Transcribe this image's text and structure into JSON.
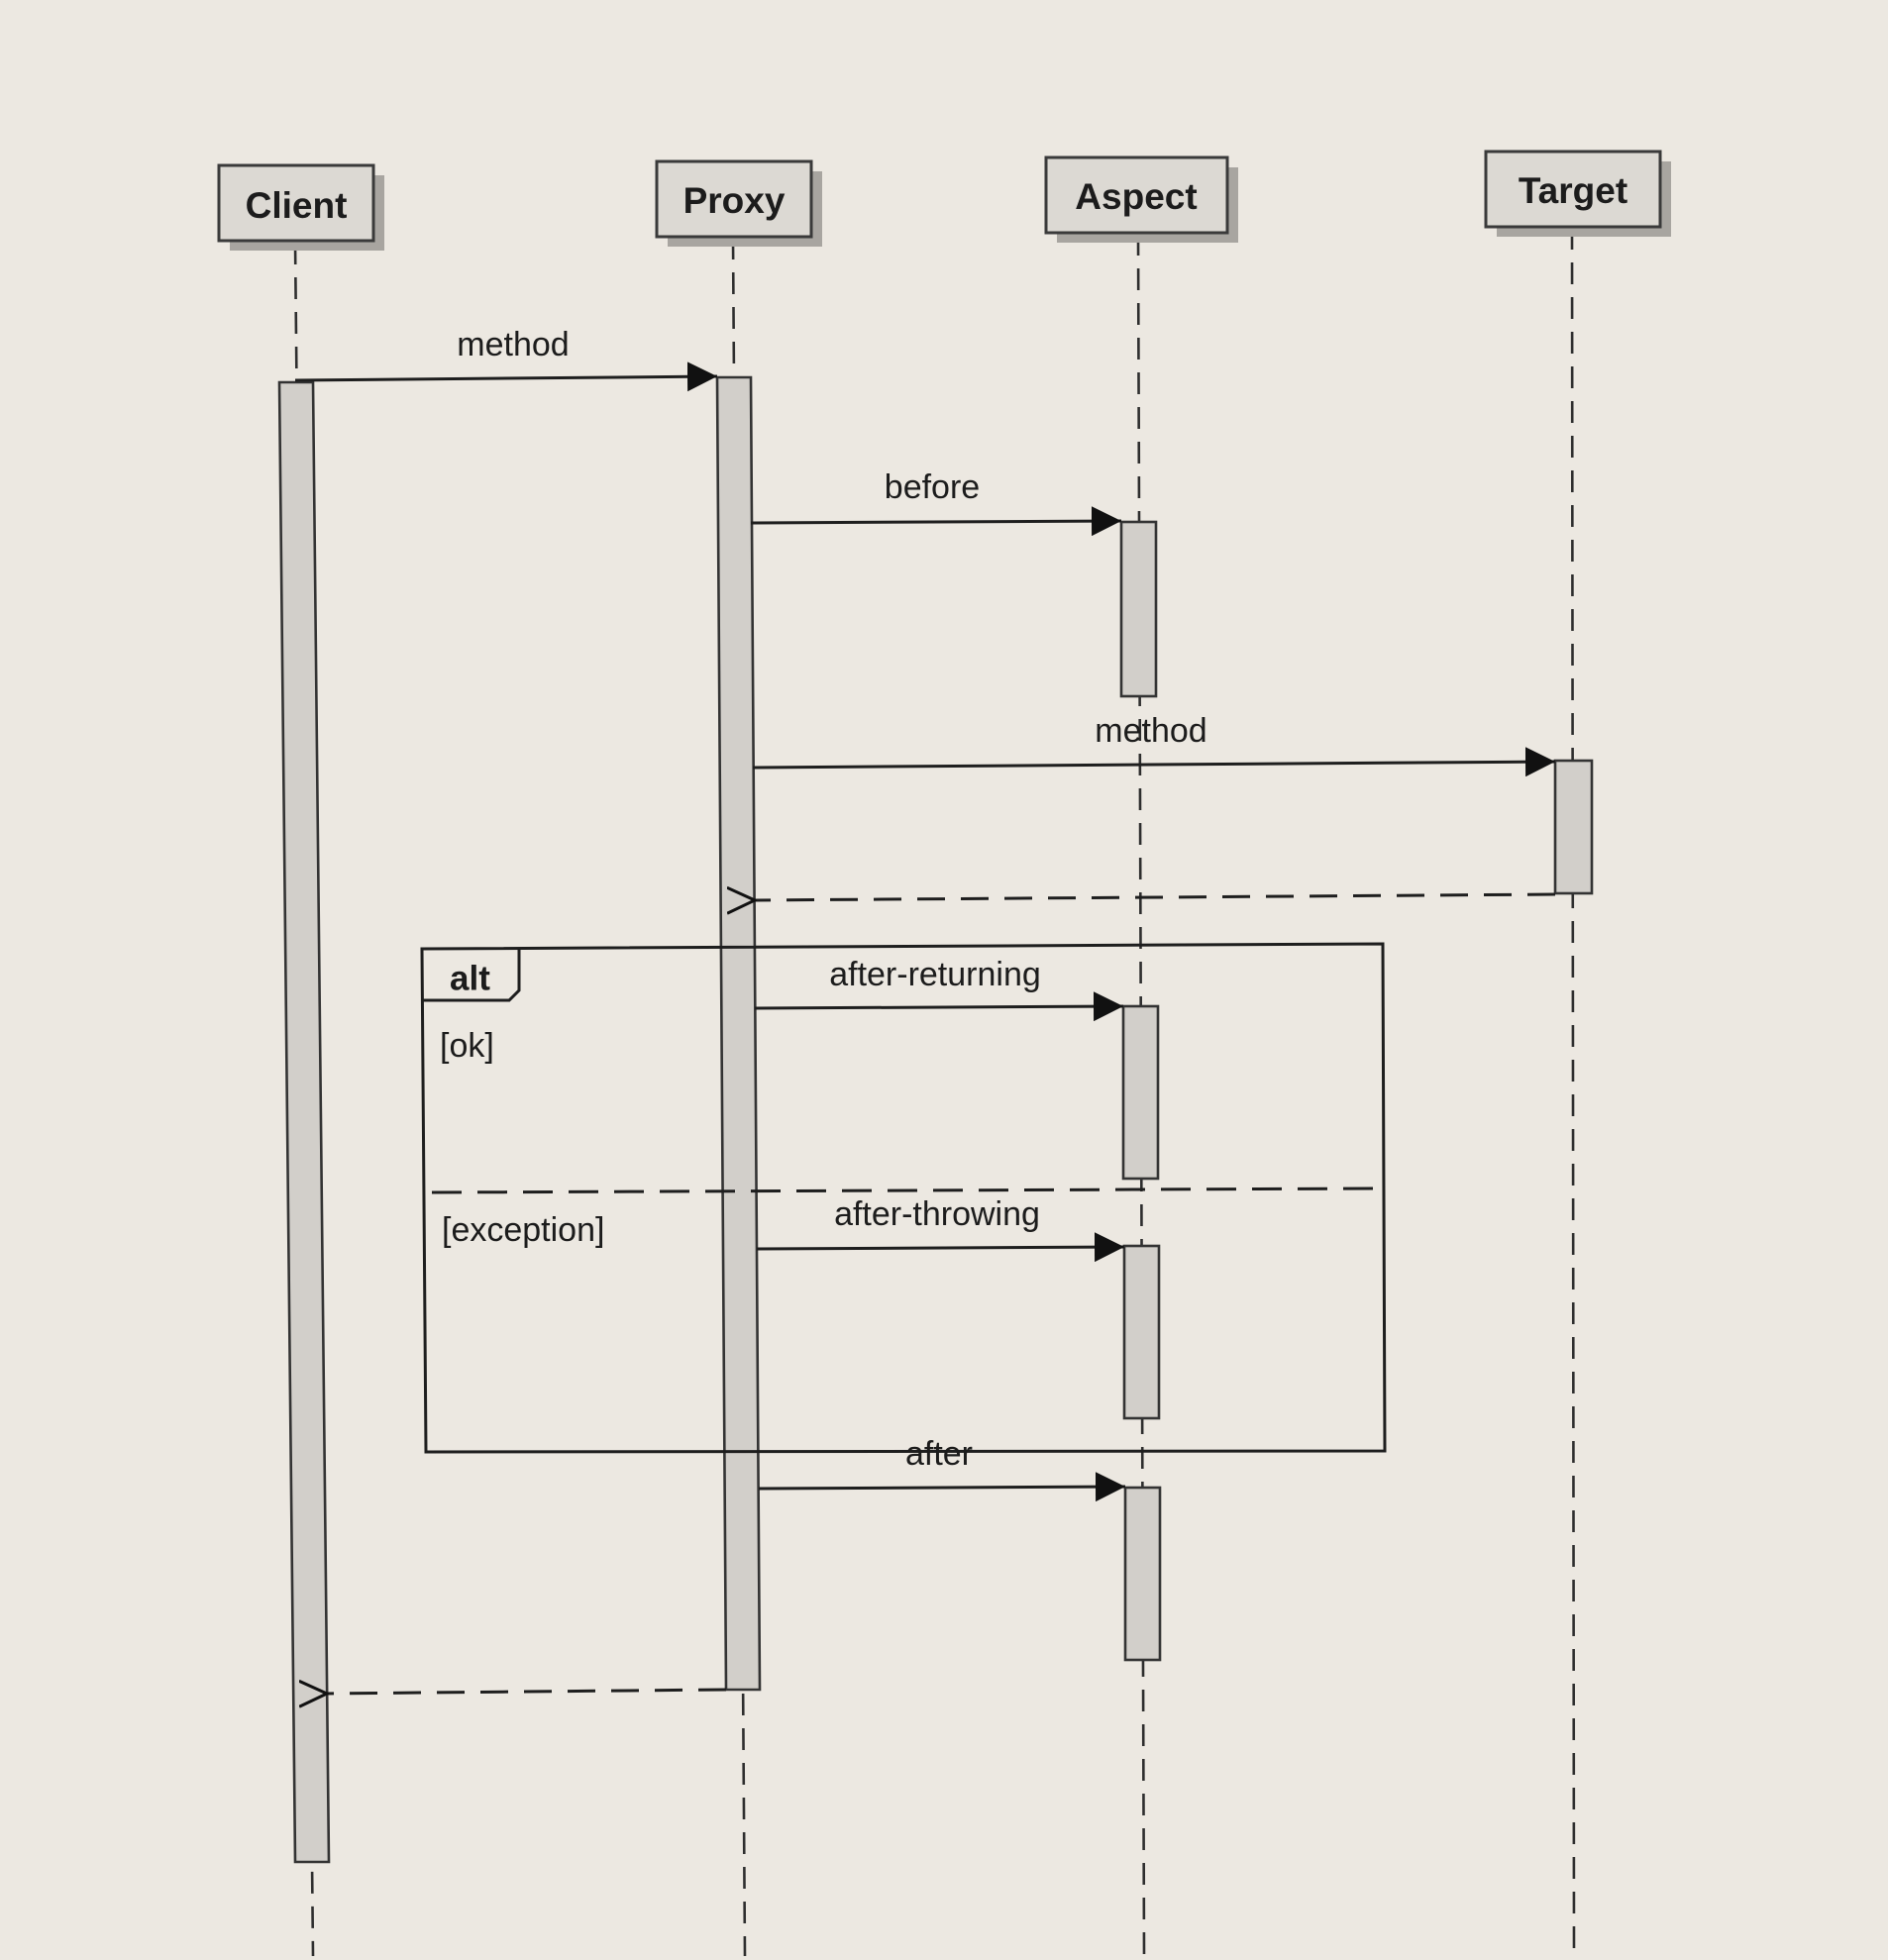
{
  "participants": [
    {
      "id": "client",
      "name": "Client"
    },
    {
      "id": "proxy",
      "name": "Proxy"
    },
    {
      "id": "aspect",
      "name": "Aspect"
    },
    {
      "id": "target",
      "name": "Target"
    }
  ],
  "messages": [
    {
      "label": "method",
      "from": "Client",
      "to": "Proxy",
      "kind": "sync"
    },
    {
      "label": "before",
      "from": "Proxy",
      "to": "Aspect",
      "kind": "sync"
    },
    {
      "label": "method",
      "from": "Proxy",
      "to": "Target",
      "kind": "sync"
    },
    {
      "label": "",
      "from": "Target",
      "to": "Proxy",
      "kind": "return"
    },
    {
      "label": "after-returning",
      "from": "Proxy",
      "to": "Aspect",
      "kind": "sync"
    },
    {
      "label": "after-throwing",
      "from": "Proxy",
      "to": "Aspect",
      "kind": "sync"
    },
    {
      "label": "after",
      "from": "Proxy",
      "to": "Aspect",
      "kind": "sync"
    },
    {
      "label": "",
      "from": "Proxy",
      "to": "Client",
      "kind": "return"
    }
  ],
  "fragment": {
    "operator": "alt",
    "guards": [
      "[ok]",
      "[exception]"
    ]
  },
  "colors": {
    "background": "#ece8e1",
    "box_fill": "#dcd9d3",
    "activation_fill": "#d2cfca",
    "line": "#1e1e1e"
  }
}
